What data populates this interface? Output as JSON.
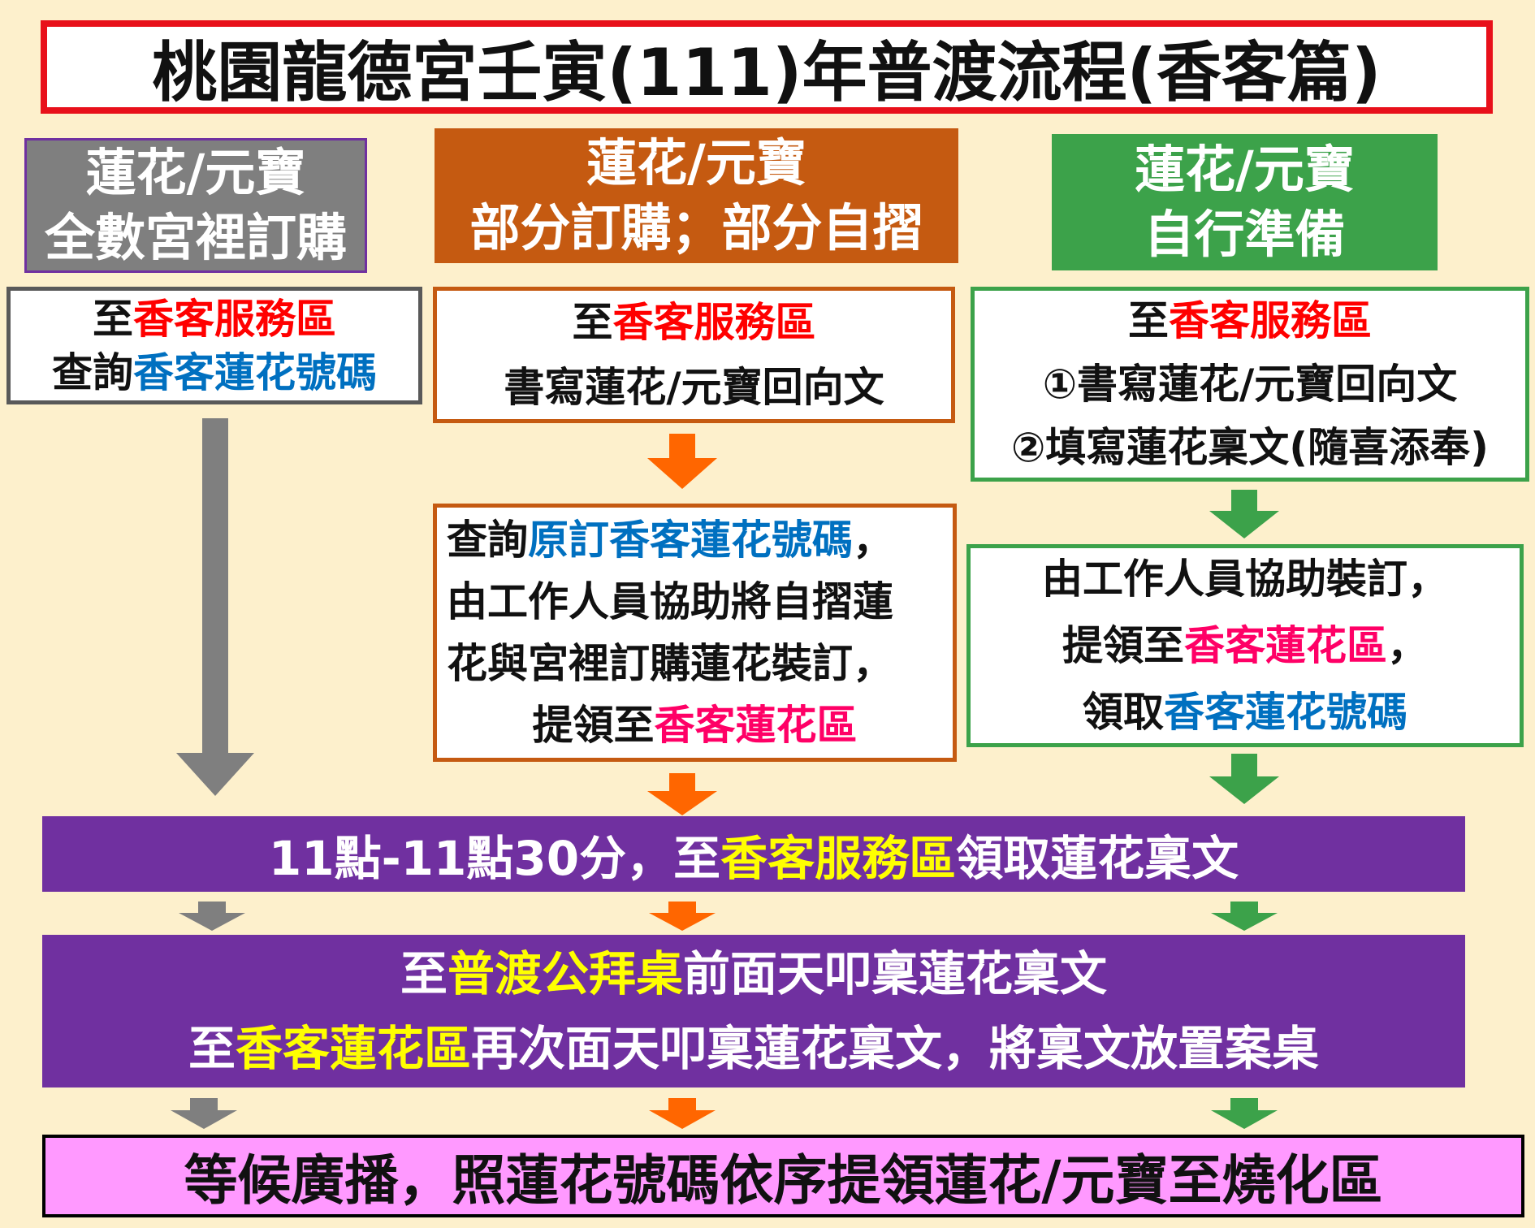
{
  "title": "桃園龍德宮壬寅(111)年普渡流程(香客篇)",
  "columns": [
    {
      "header": [
        "蓮花/元寶",
        "全數宮裡訂購"
      ],
      "header_color": "#7f7f7f",
      "step1": {
        "line1": [
          "至",
          "香客服務區"
        ],
        "line2": [
          "查詢",
          "香客蓮花號碼"
        ]
      }
    },
    {
      "header": [
        "蓮花/元寶",
        "部分訂購；部分自摺"
      ],
      "header_color": "#c55a11",
      "step1": {
        "line1": [
          "至",
          "香客服務區"
        ],
        "line2": "書寫蓮花/元寶回向文"
      },
      "step2": {
        "line1": [
          "查詢",
          "原訂香客蓮花號碼",
          "，"
        ],
        "line2": "由工作人員協助將自摺蓮",
        "line3": "花與宮裡訂購蓮花裝訂，",
        "line4": [
          "提領至",
          "香客蓮花區"
        ]
      }
    },
    {
      "header": [
        "蓮花/元寶",
        "自行準備"
      ],
      "header_color": "#3ca24a",
      "step1": {
        "line1": [
          "至",
          "香客服務區"
        ],
        "line2": "①書寫蓮花/元寶回向文",
        "line3": "②填寫蓮花稟文(隨喜添奉)"
      },
      "step2": {
        "line1": "由工作人員協助裝訂，",
        "line2": [
          "提領至",
          "香客蓮花區",
          "，"
        ],
        "line3": [
          "領取",
          "香客蓮花號碼"
        ]
      }
    }
  ],
  "shared_step1": [
    "11點-11點30分，至",
    "香客服務區",
    "領取蓮花稟文"
  ],
  "shared_step2": {
    "line1": [
      "至",
      "普渡公拜桌",
      "前面天叩稟蓮花稟文"
    ],
    "line2": [
      "至",
      "香客蓮花區",
      "再次面天叩稟蓮花稟文，將稟文放置案桌"
    ]
  },
  "final_step": "等候廣播，照蓮花號碼依序提領蓮花/元寶至燒化區",
  "colors": {
    "background": "#fdf0cc",
    "title_border": "#e8101a",
    "gray": "#7f7f7f",
    "orange": "#c55a11",
    "orange_arrow": "#ff6600",
    "green": "#3ca24a",
    "purple": "#7030a0",
    "pink_box": "#ff99ff",
    "highlight_red": "#ff0000",
    "highlight_blue": "#0070c0",
    "highlight_pink": "#ff0066",
    "highlight_yellow": "#ffff00"
  }
}
